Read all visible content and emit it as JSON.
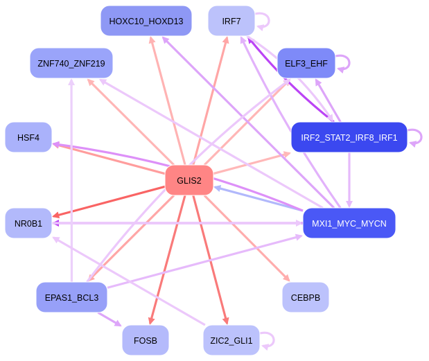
{
  "graph": {
    "type": "directed-network",
    "nodes": [
      {
        "id": "HOXC10_HOXD13",
        "label": "HOXC10_HOXD13",
        "fill": "#8e98f5",
        "text_color": "#000000"
      },
      {
        "id": "IRF7",
        "label": "IRF7",
        "fill": "#bcc2fb",
        "text_color": "#000000"
      },
      {
        "id": "ZNF740_ZNF219",
        "label": "ZNF740_ZNF219",
        "fill": "#9aa4fa",
        "text_color": "#000000"
      },
      {
        "id": "ELF3_EHF",
        "label": "ELF3_EHF",
        "fill": "#7e8af8",
        "text_color": "#000000"
      },
      {
        "id": "HSF4",
        "label": "HSF4",
        "fill": "#aab2fb",
        "text_color": "#000000"
      },
      {
        "id": "IRF2_STAT2_IRF8_IRF1",
        "label": "IRF2_STAT2_IRF8_IRF1",
        "fill": "#3b48f0",
        "text_color": "#ffffff"
      },
      {
        "id": "GLIS2",
        "label": "GLIS2",
        "fill": "#ff8585",
        "text_color": "#000000"
      },
      {
        "id": "NR0B1",
        "label": "NR0B1",
        "fill": "#b2b9fb",
        "text_color": "#000000"
      },
      {
        "id": "MXI1_MYC_MYCN",
        "label": "MXI1_MYC_MYCN",
        "fill": "#4a58f6",
        "text_color": "#ffffff"
      },
      {
        "id": "EPAS1_BCL3",
        "label": "EPAS1_BCL3",
        "fill": "#97a0f8",
        "text_color": "#000000"
      },
      {
        "id": "CEBPB",
        "label": "CEBPB",
        "fill": "#bcc2fc",
        "text_color": "#000000"
      },
      {
        "id": "FOSB",
        "label": "FOSB",
        "fill": "#b4bafb",
        "text_color": "#000000"
      },
      {
        "id": "ZIC2_GLI1",
        "label": "ZIC2_GLI1",
        "fill": "#bcc2fc",
        "text_color": "#000000"
      }
    ],
    "edges": [
      {
        "from": "GLIS2",
        "to": "HOXC10_HOXD13",
        "color": "#ffb3b3"
      },
      {
        "from": "GLIS2",
        "to": "IRF7",
        "color": "#ffa6a6"
      },
      {
        "from": "GLIS2",
        "to": "ZNF740_ZNF219",
        "color": "#ffb6b6"
      },
      {
        "from": "GLIS2",
        "to": "ELF3_EHF",
        "color": "#ffb6b6"
      },
      {
        "from": "GLIS2",
        "to": "HSF4",
        "color": "#ff9d9d"
      },
      {
        "from": "GLIS2",
        "to": "IRF2_STAT2_IRF8_IRF1",
        "color": "#ffb8b8"
      },
      {
        "from": "GLIS2",
        "to": "NR0B1",
        "color": "#f96464"
      },
      {
        "from": "GLIS2",
        "to": "EPAS1_BCL3",
        "color": "#ffa6a6"
      },
      {
        "from": "GLIS2",
        "to": "CEBPB",
        "color": "#ffadad"
      },
      {
        "from": "GLIS2",
        "to": "FOSB",
        "color": "#f97a7a"
      },
      {
        "from": "GLIS2",
        "to": "ZIC2_GLI1",
        "color": "#f97a7a"
      },
      {
        "from": "MXI1_MYC_MYCN",
        "to": "GLIS2",
        "color": "#b1b8fb"
      },
      {
        "from": "MXI1_MYC_MYCN",
        "to": "NR0B1",
        "color": "#bb44f5"
      },
      {
        "from": "NR0B1",
        "to": "MXI1_MYC_MYCN",
        "color": "#ecc8fb"
      },
      {
        "from": "MXI1_MYC_MYCN",
        "to": "HSF4",
        "color": "#dd90f8"
      },
      {
        "from": "MXI1_MYC_MYCN",
        "to": "ZNF740_ZNF219",
        "color": "#ecc8fb"
      },
      {
        "from": "MXI1_MYC_MYCN",
        "to": "HOXC10_HOXD13",
        "color": "#dda5f9"
      },
      {
        "from": "MXI1_MYC_MYCN",
        "to": "IRF7",
        "color": "#e2b2fb"
      },
      {
        "from": "IRF2_STAT2_IRF8_IRF1",
        "to": "MXI1_MYC_MYCN",
        "color": "#e6bafb"
      },
      {
        "from": "IRF2_STAT2_IRF8_IRF1",
        "to": "IRF7",
        "color": "#bb44f5"
      },
      {
        "from": "IRF7",
        "to": "IRF2_STAT2_IRF8_IRF1",
        "color": "#ecc8fb"
      },
      {
        "from": "IRF2_STAT2_IRF8_IRF1",
        "to": "ELF3_EHF",
        "color": "#dda5f9"
      },
      {
        "from": "IRF2_STAT2_IRF8_IRF1",
        "to": "IRF2_STAT2_IRF8_IRF1",
        "color": "#dda5f9"
      },
      {
        "from": "IRF7",
        "to": "IRF7",
        "color": "#ecc8fb"
      },
      {
        "from": "ELF3_EHF",
        "to": "ELF3_EHF",
        "color": "#dda5f9"
      },
      {
        "from": "ZIC2_GLI1",
        "to": "ZIC2_GLI1",
        "color": "#ecc8fb"
      },
      {
        "from": "EPAS1_BCL3",
        "to": "ZNF740_ZNF219",
        "color": "#ecd0fb"
      },
      {
        "from": "EPAS1_BCL3",
        "to": "ELF3_EHF",
        "color": "#ecc8fb"
      },
      {
        "from": "EPAS1_BCL3",
        "to": "MXI1_MYC_MYCN",
        "color": "#e6bafb"
      },
      {
        "from": "EPAS1_BCL3",
        "to": "FOSB",
        "color": "#dda5f9"
      },
      {
        "from": "ZIC2_GLI1",
        "to": "NR0B1",
        "color": "#ecc8fb"
      },
      {
        "from": "MXI1_MYC_MYCN",
        "to": "ZNF740_ZNF219",
        "color": "#ecc8fb",
        "note": "thick"
      }
    ]
  }
}
